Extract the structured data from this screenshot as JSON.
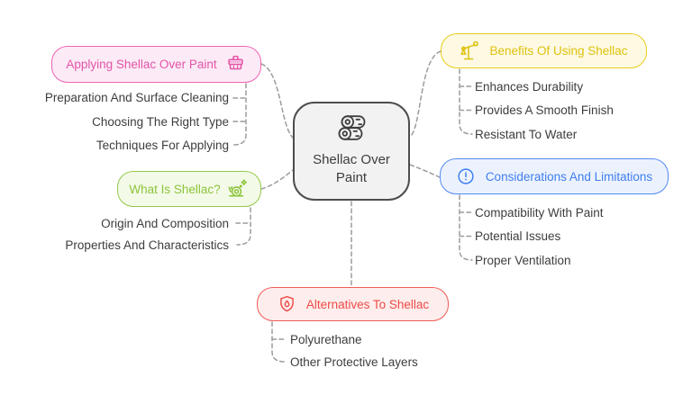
{
  "center": {
    "label": "Shellac Over Paint",
    "icon": "logs-icon"
  },
  "branches": [
    {
      "label": "Applying Shellac Over Paint",
      "icon": "paint-brush-icon",
      "color": "#e454a7",
      "background": "#fcebf6",
      "children": [
        "Preparation And Surface Cleaning",
        "Choosing The Right Type",
        "Techniques For Applying"
      ]
    },
    {
      "label": "What Is Shellac?",
      "icon": "magic-snail-icon",
      "color": "#8cc43c",
      "background": "#f4fae8",
      "children": [
        "Origin And Composition",
        "Properties And Characteristics"
      ]
    },
    {
      "label": "Benefits Of Using Shellac",
      "icon": "balance-scale-icon",
      "color": "#dfc20f",
      "background": "#fdf9e3",
      "children": [
        "Enhances Durability",
        "Provides A Smooth Finish",
        "Resistant To Water"
      ]
    },
    {
      "label": "Considerations And Limitations",
      "icon": "alert-circle-icon",
      "color": "#3f7ef0",
      "background": "#ecf2fd",
      "children": [
        "Compatibility With Paint",
        "Potential Issues",
        "Proper Ventilation"
      ]
    },
    {
      "label": "Alternatives To Shellac",
      "icon": "shield-drop-icon",
      "color": "#ee4b47",
      "background": "#fdedec",
      "children": [
        "Polyurethane",
        "Other Protective Layers"
      ]
    }
  ],
  "connector_color": "#9c9c9c",
  "center_border_color": "#4d4d4d",
  "text_color": "#3d3d3d"
}
